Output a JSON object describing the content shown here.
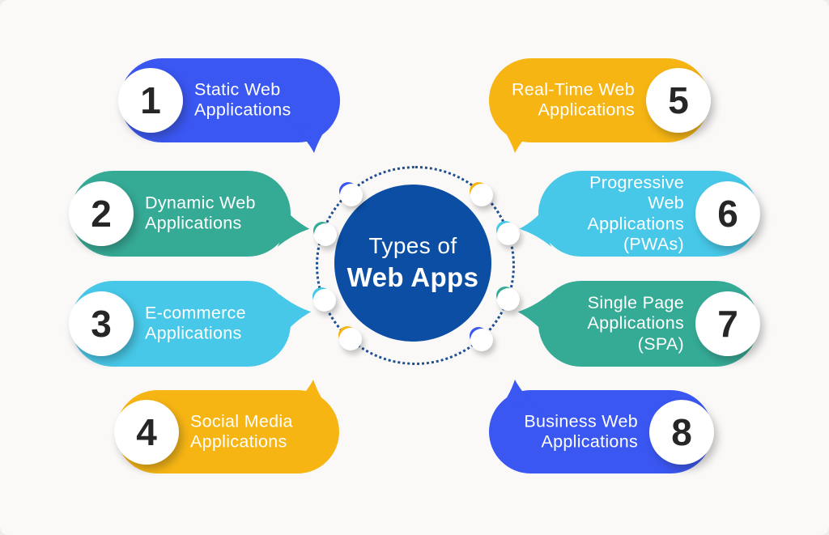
{
  "center": {
    "title_line1": "Types of",
    "title_line2": "Web Apps"
  },
  "items": [
    {
      "num": "1",
      "label": "Static Web\nApplications",
      "color": "blue",
      "side": "left"
    },
    {
      "num": "2",
      "label": "Dynamic Web\nApplications",
      "color": "teal",
      "side": "left"
    },
    {
      "num": "3",
      "label": "E-commerce\nApplications",
      "color": "cyan",
      "side": "left"
    },
    {
      "num": "4",
      "label": "Social Media\nApplications",
      "color": "yellow",
      "side": "left"
    },
    {
      "num": "5",
      "label": "Real-Time Web\nApplications",
      "color": "yellow",
      "side": "right"
    },
    {
      "num": "6",
      "label": "Progressive Web\nApplications\n(PWAs)",
      "color": "cyan",
      "side": "right"
    },
    {
      "num": "7",
      "label": "Single Page\nApplications (SPA)",
      "color": "teal",
      "side": "right"
    },
    {
      "num": "8",
      "label": "Business Web\nApplications",
      "color": "blue",
      "side": "right"
    }
  ],
  "satellite_dots": [
    "blue",
    "yellow",
    "teal",
    "cyan",
    "cyan",
    "teal",
    "yellow",
    "blue"
  ],
  "palette": {
    "blue": "#3a57f2",
    "teal": "#35ab96",
    "cyan": "#47c8e8",
    "yellow": "#f6b513",
    "core_blue": "#0b4ea4",
    "ring_dot_blue": "#1d4f92",
    "number_text": "#262626",
    "bubble_text": "#ffffff",
    "background": "#fbf9f8"
  }
}
